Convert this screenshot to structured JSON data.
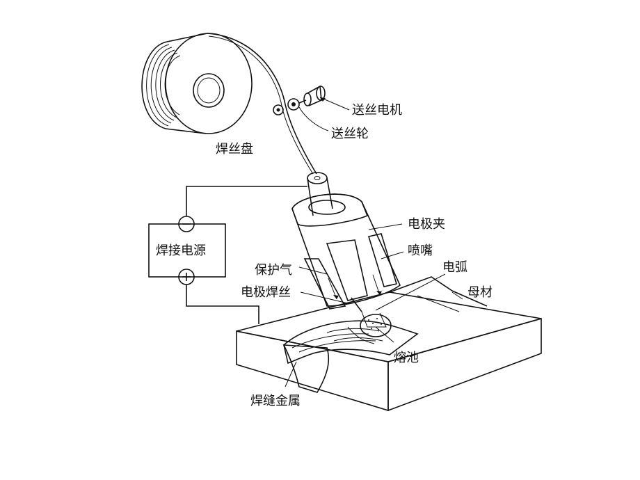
{
  "labels": {
    "wire_reel": "焊丝盘",
    "feed_motor": "送丝电机",
    "feed_roller": "送丝轮",
    "power_source": "焊接电源",
    "electrode_holder": "电极夹",
    "nozzle": "喷嘴",
    "shield_gas": "保护气",
    "arc": "电弧",
    "electrode_wire": "电极焊丝",
    "base_metal": "母材",
    "weld_pool": "熔池",
    "weld_metal": "焊缝金属"
  },
  "symbols": {
    "negative": "−",
    "positive": "+"
  }
}
